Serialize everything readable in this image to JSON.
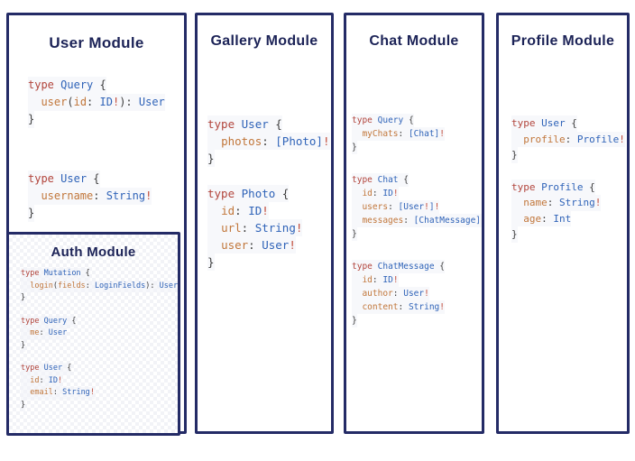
{
  "colors": {
    "border": "#242b66",
    "title": "#1c2357",
    "keyword": "#b2453c",
    "type": "#2f63b8",
    "field": "#c1763a",
    "punct": "#3d3d3d",
    "bang": "#c24b3a",
    "background": "#ffffff"
  },
  "modules": [
    {
      "id": "user",
      "title": "User Module",
      "code_blocks": [
        [
          [
            {
              "s": "type",
              "c": "k"
            },
            {
              "s": " ",
              "c": "p"
            },
            {
              "s": "Query",
              "c": "t"
            },
            {
              "s": " {",
              "c": "p"
            }
          ],
          [
            {
              "s": "  ",
              "c": "p"
            },
            {
              "s": "user",
              "c": "f"
            },
            {
              "s": "(",
              "c": "p"
            },
            {
              "s": "id",
              "c": "f"
            },
            {
              "s": ": ",
              "c": "p"
            },
            {
              "s": "ID",
              "c": "t"
            },
            {
              "s": "!",
              "c": "b"
            },
            {
              "s": "): ",
              "c": "p"
            },
            {
              "s": "User",
              "c": "t"
            }
          ],
          [
            {
              "s": "}",
              "c": "p"
            }
          ]
        ],
        [
          [
            {
              "s": "type",
              "c": "k"
            },
            {
              "s": " ",
              "c": "p"
            },
            {
              "s": "User",
              "c": "t"
            },
            {
              "s": " {",
              "c": "p"
            }
          ],
          [
            {
              "s": "  ",
              "c": "p"
            },
            {
              "s": "username",
              "c": "f"
            },
            {
              "s": ": ",
              "c": "p"
            },
            {
              "s": "String",
              "c": "t"
            },
            {
              "s": "!",
              "c": "b"
            }
          ],
          [
            {
              "s": "}",
              "c": "p"
            }
          ]
        ]
      ]
    },
    {
      "id": "auth",
      "title": "Auth Module",
      "code_blocks": [
        [
          [
            {
              "s": "type",
              "c": "k"
            },
            {
              "s": " ",
              "c": "p"
            },
            {
              "s": "Mutation",
              "c": "t"
            },
            {
              "s": " {",
              "c": "p"
            }
          ],
          [
            {
              "s": "  ",
              "c": "p"
            },
            {
              "s": "login",
              "c": "f"
            },
            {
              "s": "(",
              "c": "p"
            },
            {
              "s": "fields",
              "c": "f"
            },
            {
              "s": ": ",
              "c": "p"
            },
            {
              "s": "LoginFields",
              "c": "t"
            },
            {
              "s": "): ",
              "c": "p"
            },
            {
              "s": "User",
              "c": "t"
            }
          ],
          [
            {
              "s": "}",
              "c": "p"
            }
          ]
        ],
        [
          [
            {
              "s": "type",
              "c": "k"
            },
            {
              "s": " ",
              "c": "p"
            },
            {
              "s": "Query",
              "c": "t"
            },
            {
              "s": " {",
              "c": "p"
            }
          ],
          [
            {
              "s": "  ",
              "c": "p"
            },
            {
              "s": "me",
              "c": "f"
            },
            {
              "s": ": ",
              "c": "p"
            },
            {
              "s": "User",
              "c": "t"
            }
          ],
          [
            {
              "s": "}",
              "c": "p"
            }
          ]
        ],
        [
          [
            {
              "s": "type",
              "c": "k"
            },
            {
              "s": " ",
              "c": "p"
            },
            {
              "s": "User",
              "c": "t"
            },
            {
              "s": " {",
              "c": "p"
            }
          ],
          [
            {
              "s": "  ",
              "c": "p"
            },
            {
              "s": "id",
              "c": "f"
            },
            {
              "s": ": ",
              "c": "p"
            },
            {
              "s": "ID",
              "c": "t"
            },
            {
              "s": "!",
              "c": "b"
            }
          ],
          [
            {
              "s": "  ",
              "c": "p"
            },
            {
              "s": "email",
              "c": "f"
            },
            {
              "s": ": ",
              "c": "p"
            },
            {
              "s": "String",
              "c": "t"
            },
            {
              "s": "!",
              "c": "b"
            }
          ],
          [
            {
              "s": "}",
              "c": "p"
            }
          ]
        ]
      ]
    },
    {
      "id": "gallery",
      "title": "Gallery Module",
      "code_blocks": [
        [
          [
            {
              "s": "type",
              "c": "k"
            },
            {
              "s": " ",
              "c": "p"
            },
            {
              "s": "User",
              "c": "t"
            },
            {
              "s": " {",
              "c": "p"
            }
          ],
          [
            {
              "s": "  ",
              "c": "p"
            },
            {
              "s": "photos",
              "c": "f"
            },
            {
              "s": ": ",
              "c": "p"
            },
            {
              "s": "[Photo]",
              "c": "t"
            },
            {
              "s": "!",
              "c": "b"
            }
          ],
          [
            {
              "s": "}",
              "c": "p"
            }
          ]
        ],
        [
          [
            {
              "s": "type",
              "c": "k"
            },
            {
              "s": " ",
              "c": "p"
            },
            {
              "s": "Photo",
              "c": "t"
            },
            {
              "s": " {",
              "c": "p"
            }
          ],
          [
            {
              "s": "  ",
              "c": "p"
            },
            {
              "s": "id",
              "c": "f"
            },
            {
              "s": ": ",
              "c": "p"
            },
            {
              "s": "ID",
              "c": "t"
            },
            {
              "s": "!",
              "c": "b"
            }
          ],
          [
            {
              "s": "  ",
              "c": "p"
            },
            {
              "s": "url",
              "c": "f"
            },
            {
              "s": ": ",
              "c": "p"
            },
            {
              "s": "String",
              "c": "t"
            },
            {
              "s": "!",
              "c": "b"
            }
          ],
          [
            {
              "s": "  ",
              "c": "p"
            },
            {
              "s": "user",
              "c": "f"
            },
            {
              "s": ": ",
              "c": "p"
            },
            {
              "s": "User",
              "c": "t"
            },
            {
              "s": "!",
              "c": "b"
            }
          ],
          [
            {
              "s": "}",
              "c": "p"
            }
          ]
        ]
      ]
    },
    {
      "id": "chat",
      "title": "Chat Module",
      "code_blocks": [
        [
          [
            {
              "s": "type",
              "c": "k"
            },
            {
              "s": " ",
              "c": "p"
            },
            {
              "s": "Query",
              "c": "t"
            },
            {
              "s": " {",
              "c": "p"
            }
          ],
          [
            {
              "s": "  ",
              "c": "p"
            },
            {
              "s": "myChats",
              "c": "f"
            },
            {
              "s": ": ",
              "c": "p"
            },
            {
              "s": "[Chat]",
              "c": "t"
            },
            {
              "s": "!",
              "c": "b"
            }
          ],
          [
            {
              "s": "}",
              "c": "p"
            }
          ]
        ],
        [
          [
            {
              "s": "type",
              "c": "k"
            },
            {
              "s": " ",
              "c": "p"
            },
            {
              "s": "Chat",
              "c": "t"
            },
            {
              "s": " {",
              "c": "p"
            }
          ],
          [
            {
              "s": "  ",
              "c": "p"
            },
            {
              "s": "id",
              "c": "f"
            },
            {
              "s": ": ",
              "c": "p"
            },
            {
              "s": "ID",
              "c": "t"
            },
            {
              "s": "!",
              "c": "b"
            }
          ],
          [
            {
              "s": "  ",
              "c": "p"
            },
            {
              "s": "users",
              "c": "f"
            },
            {
              "s": ": ",
              "c": "p"
            },
            {
              "s": "[User",
              "c": "t"
            },
            {
              "s": "!",
              "c": "b"
            },
            {
              "s": "]",
              "c": "t"
            },
            {
              "s": "!",
              "c": "b"
            }
          ],
          [
            {
              "s": "  ",
              "c": "p"
            },
            {
              "s": "messages",
              "c": "f"
            },
            {
              "s": ": ",
              "c": "p"
            },
            {
              "s": "[ChatMessage]",
              "c": "t"
            },
            {
              "s": "!",
              "c": "b"
            }
          ],
          [
            {
              "s": "}",
              "c": "p"
            }
          ]
        ],
        [
          [
            {
              "s": "type",
              "c": "k"
            },
            {
              "s": " ",
              "c": "p"
            },
            {
              "s": "ChatMessage",
              "c": "t"
            },
            {
              "s": " {",
              "c": "p"
            }
          ],
          [
            {
              "s": "  ",
              "c": "p"
            },
            {
              "s": "id",
              "c": "f"
            },
            {
              "s": ": ",
              "c": "p"
            },
            {
              "s": "ID",
              "c": "t"
            },
            {
              "s": "!",
              "c": "b"
            }
          ],
          [
            {
              "s": "  ",
              "c": "p"
            },
            {
              "s": "author",
              "c": "f"
            },
            {
              "s": ": ",
              "c": "p"
            },
            {
              "s": "User",
              "c": "t"
            },
            {
              "s": "!",
              "c": "b"
            }
          ],
          [
            {
              "s": "  ",
              "c": "p"
            },
            {
              "s": "content",
              "c": "f"
            },
            {
              "s": ": ",
              "c": "p"
            },
            {
              "s": "String",
              "c": "t"
            },
            {
              "s": "!",
              "c": "b"
            }
          ],
          [
            {
              "s": "}",
              "c": "p"
            }
          ]
        ]
      ]
    },
    {
      "id": "profile",
      "title": "Profile Module",
      "code_blocks": [
        [
          [
            {
              "s": "type",
              "c": "k"
            },
            {
              "s": " ",
              "c": "p"
            },
            {
              "s": "User",
              "c": "t"
            },
            {
              "s": " {",
              "c": "p"
            }
          ],
          [
            {
              "s": "  ",
              "c": "p"
            },
            {
              "s": "profile",
              "c": "f"
            },
            {
              "s": ": ",
              "c": "p"
            },
            {
              "s": "Profile",
              "c": "t"
            },
            {
              "s": "!",
              "c": "b"
            }
          ],
          [
            {
              "s": "}",
              "c": "p"
            }
          ]
        ],
        [
          [
            {
              "s": "type",
              "c": "k"
            },
            {
              "s": " ",
              "c": "p"
            },
            {
              "s": "Profile",
              "c": "t"
            },
            {
              "s": " {",
              "c": "p"
            }
          ],
          [
            {
              "s": "  ",
              "c": "p"
            },
            {
              "s": "name",
              "c": "f"
            },
            {
              "s": ": ",
              "c": "p"
            },
            {
              "s": "String",
              "c": "t"
            },
            {
              "s": "!",
              "c": "b"
            }
          ],
          [
            {
              "s": "  ",
              "c": "p"
            },
            {
              "s": "age",
              "c": "f"
            },
            {
              "s": ": ",
              "c": "p"
            },
            {
              "s": "Int",
              "c": "t"
            }
          ],
          [
            {
              "s": "}",
              "c": "p"
            }
          ]
        ]
      ]
    }
  ]
}
